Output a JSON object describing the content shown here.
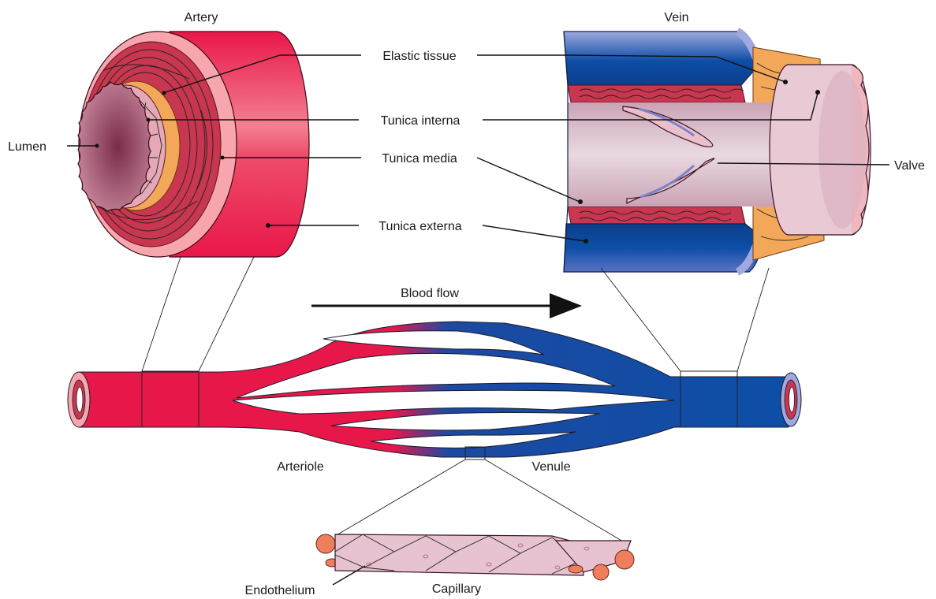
{
  "labels": {
    "artery": "Artery",
    "vein": "Vein",
    "elastic_tissue": "Elastic tissue",
    "tunica_interna": "Tunica interna",
    "tunica_media": "Tunica media",
    "tunica_externa": "Tunica externa",
    "lumen": "Lumen",
    "valve": "Valve",
    "blood_flow": "Blood flow",
    "arteriole": "Arteriole",
    "venule": "Venule",
    "endothelium": "Endothelium",
    "capillary": "Capillary"
  },
  "colors": {
    "arterial_red": "#e8174a",
    "arterial_pink": "#f7a6ae",
    "muscle_red": "#c8364f",
    "venous_blue": "#0d4ea6",
    "venous_light_blue": "#9fa9de",
    "lumen_mauve": "#d3aab9",
    "elastic_orange": "#f3a859",
    "capillary_pink": "#e7c3d1",
    "cell_orange": "#ef7f5c"
  }
}
